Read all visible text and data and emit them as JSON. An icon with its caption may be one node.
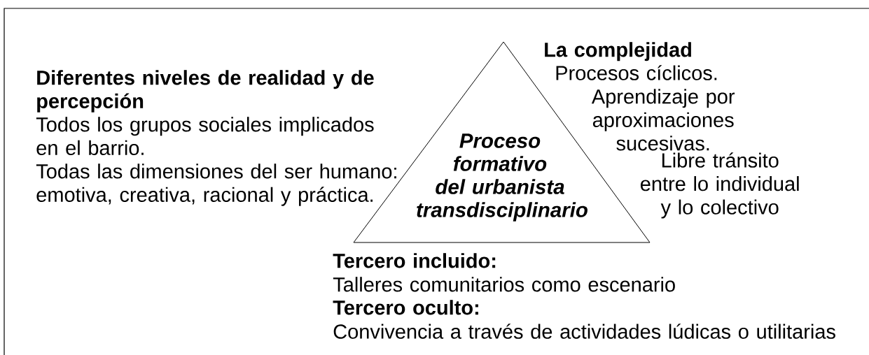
{
  "diagram": {
    "nodes": [
      {
        "text": [
          "Proceso formativo del urbanista transdisciplinario"
        ]
      }
    ],
    "labels": [
      "Diferentes niveles de realidad y de percepción",
      "Todos los grupos sociales implicados en el barrio.",
      "Todas las dimensiones del ser humano: emotiva, creativa, racional y práctica.",
      "La complejidad",
      "Procesos cíclicos.",
      "Aprendizaje por aproximaciones sucesivas.",
      "Libre tránsito entre lo individual y lo colectivo",
      "Tercero incluido:",
      "Talleres comunitarios como  escenario",
      "Tercero oculto:",
      "Convivencia a través de actividades lúdicas o utilitarias"
    ]
  }
}
